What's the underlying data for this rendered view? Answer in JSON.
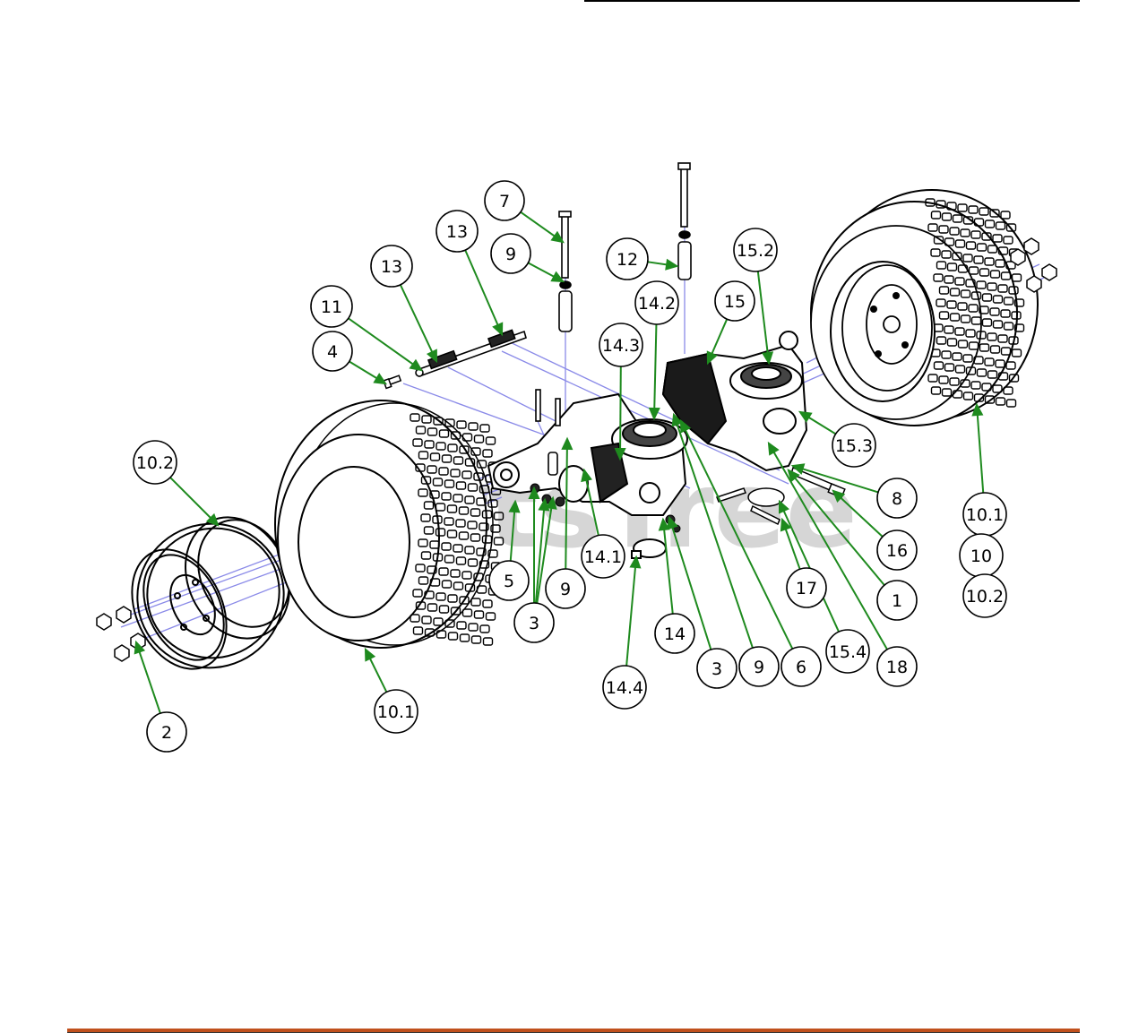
{
  "watermark": {
    "text": "PartsTree"
  },
  "colors": {
    "leader": "#1e8a1e",
    "axis": "#8a8ae8",
    "outline": "#000000",
    "footer_bar": "#c0501c",
    "watermark": "#cfcfcf"
  },
  "callouts": [
    {
      "id": "c-7",
      "label": "7"
    },
    {
      "id": "c-9a",
      "label": "9"
    },
    {
      "id": "c-13a",
      "label": "13"
    },
    {
      "id": "c-13b",
      "label": "13"
    },
    {
      "id": "c-11",
      "label": "11"
    },
    {
      "id": "c-4",
      "label": "4"
    },
    {
      "id": "c-12",
      "label": "12"
    },
    {
      "id": "c-14-2",
      "label": "14.2"
    },
    {
      "id": "c-14-3",
      "label": "14.3"
    },
    {
      "id": "c-15",
      "label": "15"
    },
    {
      "id": "c-15-2",
      "label": "15.2"
    },
    {
      "id": "c-15-3",
      "label": "15.3"
    },
    {
      "id": "c-8",
      "label": "8"
    },
    {
      "id": "c-16",
      "label": "16"
    },
    {
      "id": "c-10-1a",
      "label": "10.1"
    },
    {
      "id": "c-10",
      "label": "10"
    },
    {
      "id": "c-10-2a",
      "label": "10.2"
    },
    {
      "id": "c-1",
      "label": "1"
    },
    {
      "id": "c-17",
      "label": "17"
    },
    {
      "id": "c-15-4",
      "label": "15.4"
    },
    {
      "id": "c-18",
      "label": "18"
    },
    {
      "id": "c-6",
      "label": "6"
    },
    {
      "id": "c-9b",
      "label": "9"
    },
    {
      "id": "c-3a",
      "label": "3"
    },
    {
      "id": "c-14",
      "label": "14"
    },
    {
      "id": "c-14-4",
      "label": "14.4"
    },
    {
      "id": "c-14-1",
      "label": "14.1"
    },
    {
      "id": "c-9c",
      "label": "9"
    },
    {
      "id": "c-3b",
      "label": "3"
    },
    {
      "id": "c-5",
      "label": "5"
    },
    {
      "id": "c-10-2b",
      "label": "10.2"
    },
    {
      "id": "c-10-1b",
      "label": "10.1"
    },
    {
      "id": "c-2",
      "label": "2"
    }
  ]
}
